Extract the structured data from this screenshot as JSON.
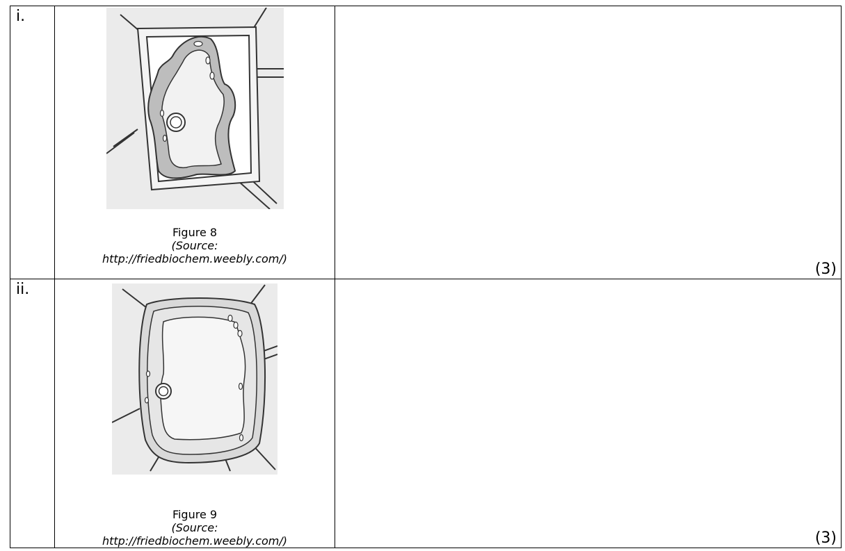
{
  "rows": [
    {
      "label": "i.",
      "figure_title": "Figure 8",
      "source_line1": "(Source:",
      "source_line2": "http://friedbiochem.weebly.com/)",
      "marks": "(3)"
    },
    {
      "label": "ii.",
      "figure_title": "Figure 9",
      "source_line1": "(Source:",
      "source_line2": "http://friedbiochem.weebly.com/)",
      "marks": "(3)"
    }
  ]
}
